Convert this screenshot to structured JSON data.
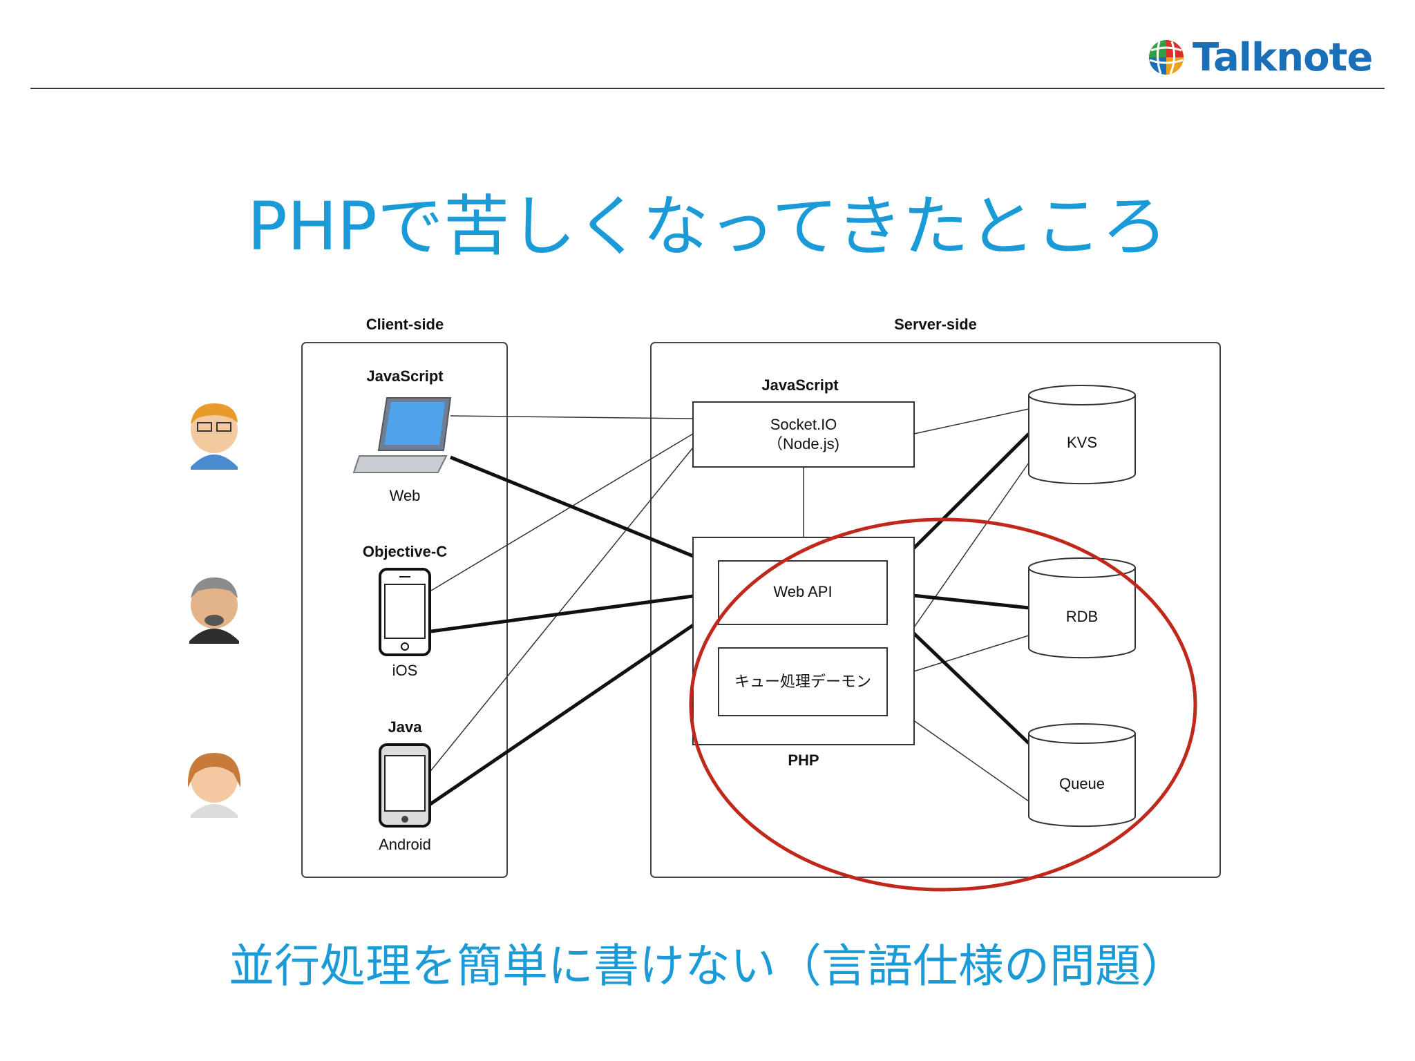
{
  "logo": {
    "text": "Talknote"
  },
  "title": "PHPで苦しくなってきたところ",
  "subtitle": "並行処理を簡単に書けない（言語仕様の問題）",
  "diagram": {
    "client_side": "Client-side",
    "server_side": "Server-side",
    "clients": [
      {
        "lang": "JavaScript",
        "device": "Web"
      },
      {
        "lang": "Objective-C",
        "device": "iOS"
      },
      {
        "lang": "Java",
        "device": "Android"
      }
    ],
    "js_group": "JavaScript",
    "socket_io": [
      "Socket.IO",
      "（Node.js)"
    ],
    "php_group": "PHP",
    "web_api": "Web API",
    "queue_daemon": "キュー処理デーモン",
    "stores": [
      "KVS",
      "RDB",
      "Queue"
    ],
    "highlight_color": "#c0281c"
  }
}
